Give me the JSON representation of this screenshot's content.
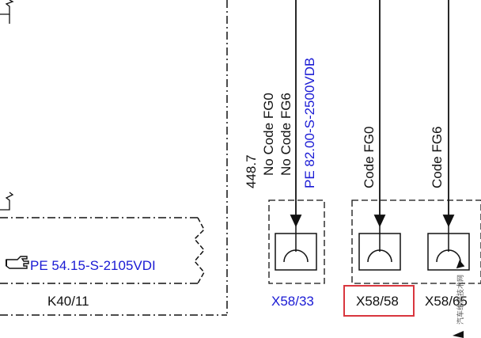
{
  "colors": {
    "line": "#111111",
    "reference_blue": "#1a1ad4",
    "highlight_red": "#d9363e",
    "background": "#ffffff"
  },
  "left_block": {
    "reference_icon": "pointing-hand-icon",
    "reference_text": "PE 54.15-S-2105VDI",
    "component_label": "K40/11"
  },
  "wire_labels": {
    "x58_33_lines": [
      "448.7",
      "No Code FG0",
      "No Code FG6"
    ],
    "x58_33_ref": "PE 82.00-S-2500VDB",
    "x58_58_code": "Code FG0",
    "x58_65_code": "Code FG6"
  },
  "connectors": {
    "x58_33": "X58/33",
    "x58_58": "X58/58",
    "x58_65": "X58/65"
  },
  "watermark": "汽车维修技术网"
}
